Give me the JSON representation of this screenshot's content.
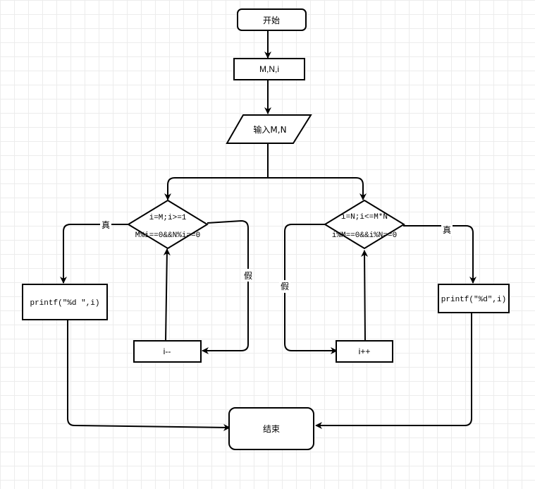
{
  "nodes": {
    "start": "开始",
    "vars": "M,N,i",
    "input": "输入M,N",
    "loop_down_line1": "i=M;i>=1",
    "loop_down_line2": "M%i==0&&N%i==0",
    "loop_up_line1": "i=N;i<=M*N",
    "loop_up_line2": "i%M==0&&i%N==0",
    "print_left": "printf(\"%d \",i)",
    "print_right": "printf(\"%d\",i)",
    "decrement": "i--",
    "increment": "i++",
    "end": "结束"
  },
  "edge_labels": {
    "left_true": "真",
    "left_false": "假",
    "right_true": "真",
    "right_false": "假"
  }
}
